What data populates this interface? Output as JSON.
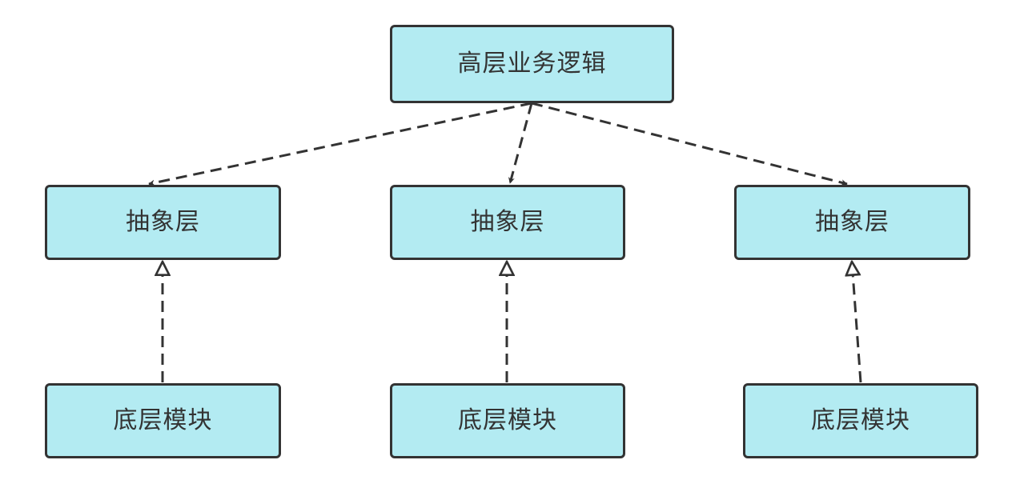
{
  "diagram": {
    "colors": {
      "node_fill": "#b3ebf2",
      "node_border": "#333333",
      "edge": "#333333",
      "text": "#333333"
    },
    "nodes": {
      "top": {
        "label": "高层业务逻辑"
      },
      "abstract_left": {
        "label": "抽象层"
      },
      "abstract_middle": {
        "label": "抽象层"
      },
      "abstract_right": {
        "label": "抽象层"
      },
      "bottom_left": {
        "label": "底层模块"
      },
      "bottom_middle": {
        "label": "底层模块"
      },
      "bottom_right": {
        "label": "底层模块"
      }
    },
    "edges": [
      {
        "from": "top",
        "to": "abstract_left",
        "style": "dashed",
        "arrowhead": "filled"
      },
      {
        "from": "top",
        "to": "abstract_middle",
        "style": "dashed",
        "arrowhead": "filled"
      },
      {
        "from": "top",
        "to": "abstract_right",
        "style": "dashed",
        "arrowhead": "filled"
      },
      {
        "from": "bottom_left",
        "to": "abstract_left",
        "style": "dashed",
        "arrowhead": "hollow"
      },
      {
        "from": "bottom_middle",
        "to": "abstract_middle",
        "style": "dashed",
        "arrowhead": "hollow"
      },
      {
        "from": "bottom_right",
        "to": "abstract_right",
        "style": "dashed",
        "arrowhead": "hollow"
      }
    ]
  }
}
